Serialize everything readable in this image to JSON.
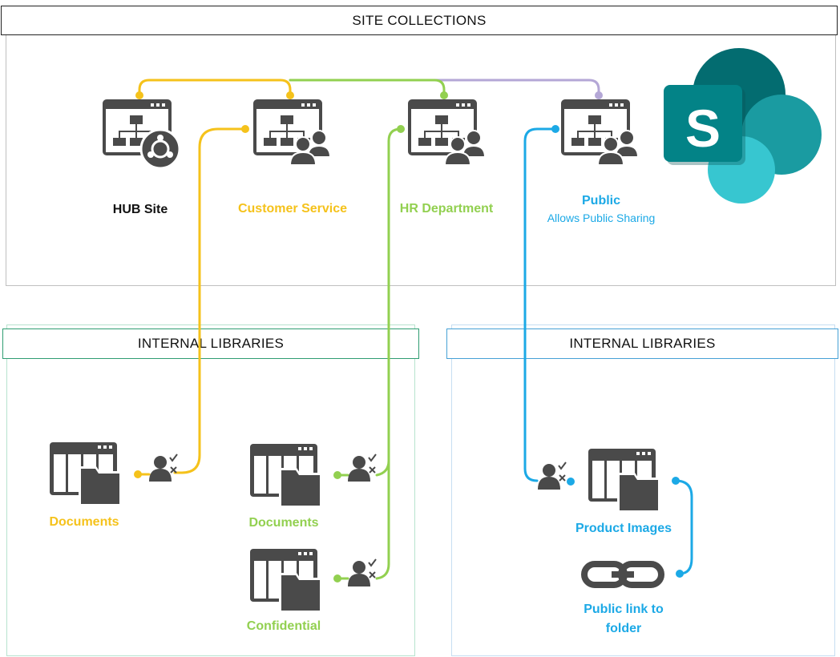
{
  "headers": {
    "site_collections": "SITE COLLECTIONS",
    "internal_libraries_left": "INTERNAL LIBRARIES",
    "internal_libraries_right": "INTERNAL LIBRARIES"
  },
  "sites": {
    "hub": "HUB Site",
    "customer_service": "Customer Service",
    "hr_department": "HR Department",
    "public": "Public",
    "public_note": "Allows Public Sharing"
  },
  "libraries": {
    "cs_documents": "Documents",
    "hr_documents": "Documents",
    "hr_confidential": "Confidential",
    "product_images": "Product Images",
    "public_link_line1": "Public link to",
    "public_link_line2": "folder"
  },
  "logo": {
    "letter": "S"
  },
  "colors": {
    "yellow": "#F5C21B",
    "green": "#92D050",
    "purple": "#B4A7D6",
    "blue": "#1CA9E6",
    "icon": "#4A4A4A",
    "teal_dark": "#036C70",
    "teal_mid": "#1A9BA1",
    "teal_light": "#37C6D0"
  },
  "icons": [
    "site-hierarchy-icon",
    "hub-icon",
    "users-icon",
    "library-folder-icon",
    "user-permission-icon",
    "link-icon",
    "sharepoint-logo"
  ]
}
